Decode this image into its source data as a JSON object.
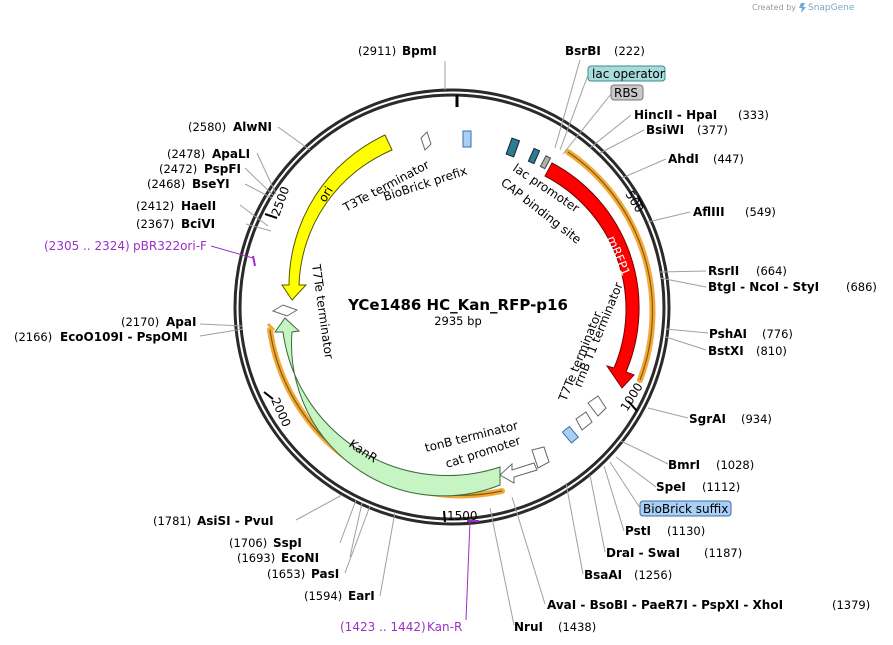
{
  "branding": {
    "created_by": "Created by",
    "app": "SnapGene"
  },
  "plasmid": {
    "name": "YCe1486 HC_Kan_RFP-p16",
    "size": "2935 bp"
  },
  "ticks": [
    "500",
    "1000",
    "1500",
    "2000",
    "2500"
  ],
  "features": {
    "ori": "ori",
    "t3te": "T3Te terminator",
    "biobrick_prefix": "BioBrick prefix",
    "lac_promoter": "lac promoter",
    "cap_site": "CAP binding site",
    "mrfp1": "mRFP1",
    "t7te_top": "T7Te terminator",
    "t7te_right": "T7Te terminator",
    "rrnb": "rrnB T1 terminator",
    "kanr": "KanR",
    "tonb": "tonB terminator",
    "cat_promoter": "cat promoter",
    "lac_operator": "lac operator",
    "rbs": "RBS",
    "biobrick_suffix": "BioBrick suffix"
  },
  "primers": [
    {
      "pos": "(2305 .. 2324)",
      "name": "pBR322ori-F"
    },
    {
      "pos": "(1423 .. 1442)",
      "name": "Kan-R"
    }
  ],
  "sites": {
    "bpmi": {
      "pos": "(2911)",
      "name": "BpmI"
    },
    "bsrbi": {
      "name": "BsrBI",
      "pos": "(222)"
    },
    "hincii": {
      "name": "HincII  -  HpaI",
      "pos": "(333)"
    },
    "bsiwi": {
      "name": "BsiWI",
      "pos": "(377)"
    },
    "ahdi": {
      "name": "AhdI",
      "pos": "(447)"
    },
    "afliii": {
      "name": "AflIII",
      "pos": "(549)"
    },
    "rsrii": {
      "name": "RsrII",
      "pos": "(664)"
    },
    "btgi": {
      "name": "BtgI  -  NcoI  -  StyI",
      "pos": "(686)"
    },
    "pshai": {
      "name": "PshAI",
      "pos": "(776)"
    },
    "bstxi": {
      "name": "BstXI",
      "pos": "(810)"
    },
    "sgrai": {
      "name": "SgrAI",
      "pos": "(934)"
    },
    "bmri": {
      "name": "BmrI",
      "pos": "(1028)"
    },
    "spei": {
      "name": "SpeI",
      "pos": "(1112)"
    },
    "psti": {
      "name": "PstI",
      "pos": "(1130)"
    },
    "drai": {
      "name": "DraI  -  SwaI",
      "pos": "(1187)"
    },
    "bsaai": {
      "name": "BsaAI",
      "pos": "(1256)"
    },
    "avai": {
      "name": "AvaI  -  BsoBI  -  PaeR7I  -  PspXI  -  XhoI",
      "pos": "(1379)"
    },
    "nrui": {
      "name": "NruI",
      "pos": "(1438)"
    },
    "eari": {
      "pos": "(1594)",
      "name": "EarI"
    },
    "pasi": {
      "pos": "(1653)",
      "name": "PasI"
    },
    "econi": {
      "pos": "(1693)",
      "name": "EcoNI"
    },
    "sspi": {
      "pos": "(1706)",
      "name": "SspI"
    },
    "asisi": {
      "pos": "(1781)",
      "name": "AsiSI  -  PvuI"
    },
    "apai": {
      "pos": "(2170)",
      "name": "ApaI"
    },
    "ecoo109i": {
      "pos": "(2166)",
      "name": "EcoO109I  -  PspOMI"
    },
    "bcivi": {
      "pos": "(2367)",
      "name": "BciVI"
    },
    "haeii": {
      "pos": "(2412)",
      "name": "HaeII"
    },
    "bseyi": {
      "pos": "(2468)",
      "name": "BseYI"
    },
    "pspfi": {
      "pos": "(2472)",
      "name": "PspFI"
    },
    "apali": {
      "pos": "(2478)",
      "name": "ApaLI"
    },
    "alwni": {
      "pos": "(2580)",
      "name": "AlwNI"
    }
  },
  "colors": {
    "ori": "#ffff00",
    "mrfp1": "#ff0000",
    "kanr": "#c6f5c3",
    "primer": "#9b30c8",
    "highlight": "#f2a93b",
    "label_box_blue": "#a9cff5",
    "label_box_teal": "#a8dcdc",
    "label_box_gray": "#c8c8c8"
  }
}
